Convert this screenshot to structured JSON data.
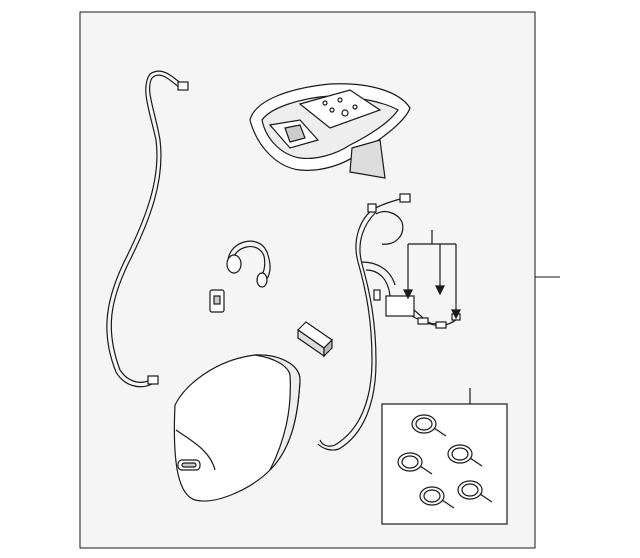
{
  "diagram": {
    "background": "#f5f5f5",
    "line_color": "#1a1a1a",
    "parts": [
      {
        "id": "overhead-console",
        "icon": "overhead-console-icon"
      },
      {
        "id": "long-wire-harness",
        "icon": "wire-harness-icon"
      },
      {
        "id": "wireless-headphones",
        "icon": "headphones-icon"
      },
      {
        "id": "remote-control",
        "icon": "remote-icon"
      },
      {
        "id": "small-pad",
        "icon": "pad-icon"
      },
      {
        "id": "console-cover",
        "icon": "cover-icon"
      },
      {
        "id": "harness-with-module",
        "icon": "wire-harness-icon"
      },
      {
        "id": "cable-ties-kit",
        "icon": "cable-tie-icon",
        "count": 5
      }
    ]
  }
}
